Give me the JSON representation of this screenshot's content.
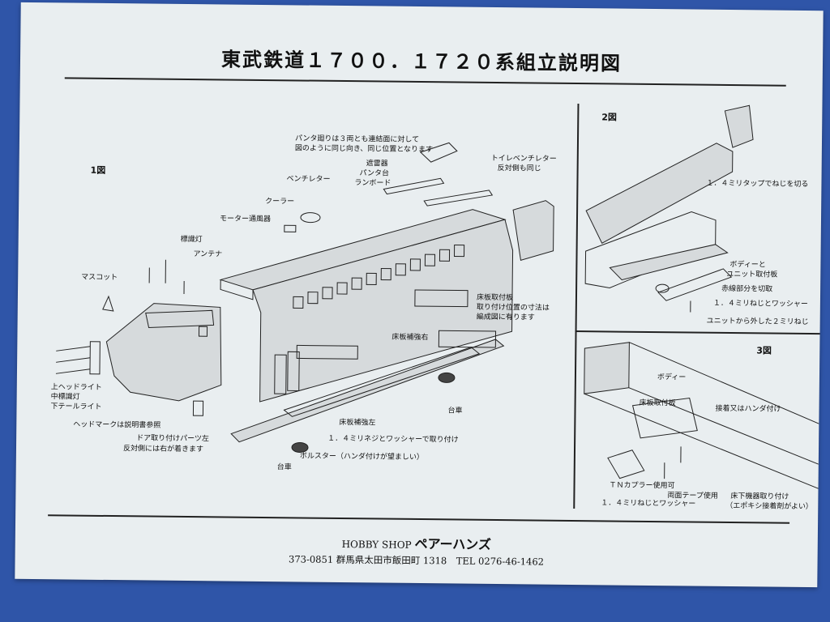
{
  "title": "東武鉄道１７００．１７２０系組立説明図",
  "figures": {
    "fig1": "1図",
    "fig2": "2図",
    "fig3": "3図"
  },
  "fig1_labels": {
    "panta_note_1": "パンタ廻りは３両とも連結面に対して",
    "panta_note_2": "図のように同じ向き、同じ位置となります",
    "shaden": "遮雷器",
    "panta_dai": "パンタ台",
    "runboard": "ランボード",
    "toilet_vent_1": "トイレベンチレター",
    "toilet_vent_2": "反対側も同じ",
    "ventilator": "ベンチレター",
    "cooler": "クーラー",
    "motor_vent": "モーター通風器",
    "marker_light": "標識灯",
    "antenna": "アンテナ",
    "mascot": "マスコット",
    "floor_plate_1": "床板取付板",
    "floor_plate_2": "取り付け位置の寸法は",
    "floor_plate_3": "編成図に有ります",
    "floor_reinforce_right": "床板補強右",
    "floor_reinforce_left": "床板補強左",
    "bogie_right": "台車",
    "upper_headlight": "上ヘッドライト",
    "middle_marker": "中標識灯",
    "lower_taillight": "下テールライト",
    "headmark_note": "ヘッドマークは説明書参照",
    "door_parts_1": "ドア取り付けパーツ左",
    "door_parts_2": "反対側には右が着きます",
    "screw_note": "１．４ミリネジとワッシャーで取り付け",
    "bolster": "ボルスター（ハンダ付けが望ましい）",
    "bogie_left": "台車"
  },
  "fig2_labels": {
    "tap": "１．４ミリタップでねじを切る",
    "body_unit_1": "ボディーと",
    "body_unit_2": "ユニット取付板",
    "cut_red": "赤線部分を切取",
    "screw_washer": "１．４ミリねじとワッシャー",
    "unit_screw": "ユニットから外した２ミリねじ"
  },
  "fig3_labels": {
    "body": "ボディー",
    "floor_plate": "床板取付板",
    "coupler_solder": "接着又はハンダ付け",
    "tn_coupler": "ＴＮカプラー使用可",
    "double_tape": "両面テープ使用",
    "underfloor_1": "床下機器取り付け",
    "underfloor_2": "（エポキシ接着剤がよい）",
    "screw_washer": "１．４ミリねじとワッシャー"
  },
  "footer": {
    "shop_prefix": "HOBBY SHOP",
    "shop_name": "ペアーハンズ",
    "address": "373-0851 群馬県太田市飯田町 1318　TEL 0276-46-1462"
  }
}
